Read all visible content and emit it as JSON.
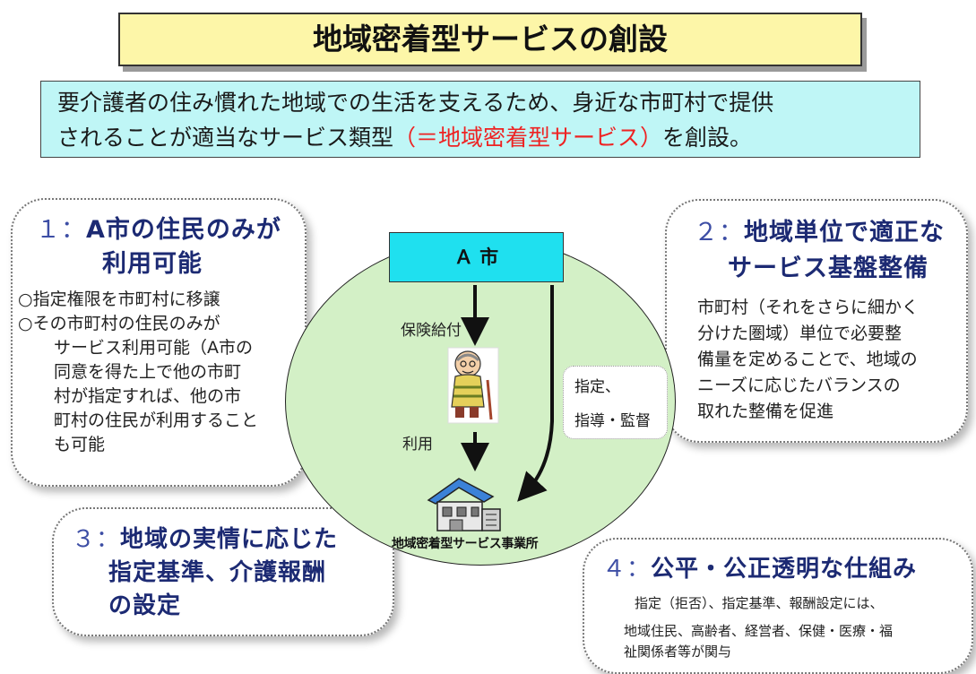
{
  "title": "地域密着型サービスの創設",
  "intro": {
    "line1": "要介護者の住み慣れた地域での生活を支えるため、身近な市町村で提供",
    "line2_before": "されることが適当なサービス類型",
    "line2_red": "（＝地域密着型サービス）",
    "line2_after": "を創設。"
  },
  "card1": {
    "num": "１：",
    "heading_line1": "A市の住民のみが",
    "heading_line2": "利用可能",
    "bullet1": "○指定権限を市町村に移譲",
    "bullet2_lines": [
      "○その市町村の住民のみが",
      "サービス利用可能（A市の",
      "同意を得た上で他の市町",
      "村が指定すれば、他の市",
      "町村の住民が利用すること",
      "も可能"
    ]
  },
  "card2": {
    "num": "２：",
    "heading_line1": "地域単位で適正な",
    "heading_line2": "サービス基盤整備",
    "body_lines": [
      "市町村（それをさらに細かく",
      "分けた圏域）単位で必要整",
      "備量を定めることで、地域の",
      "ニーズに応じたバランスの",
      "取れた整備を促進"
    ]
  },
  "card3": {
    "num": "３：",
    "heading_line1": "地域の実情に応じた",
    "heading_line2": "指定基準、介護報酬",
    "heading_line3": "の設定"
  },
  "card4": {
    "num": "４：",
    "heading": "公平・公正透明な仕組み",
    "body_lines": [
      "指定（拒否）、指定基準、報酬設定には、",
      "地域住民、高齢者、経営者、保健・医療・福",
      "祉関係者等が関与"
    ]
  },
  "center": {
    "city": "Ａ 市",
    "hoken": "保険給付",
    "riyou": "利用",
    "shitei_line1": "指定、",
    "shitei_line2": "指導・監督",
    "office": "地域密着型サービス事業所"
  },
  "colors": {
    "title_bg": "#fdf6a8",
    "intro_bg": "#bff6f6",
    "intro_red": "#ee2222",
    "circle_fill": "#d3f0c6",
    "city_box": "#1fe0ef",
    "heading_text": "#1c2a73"
  },
  "icons": [
    "elderly-person-icon",
    "service-office-building-icon"
  ]
}
